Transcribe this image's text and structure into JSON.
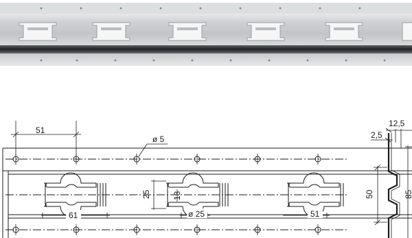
{
  "dimensions": {
    "hole_pitch": "51",
    "hole_diameter": "ø 5",
    "slot_height": "25",
    "slot_neck": "13",
    "slot_width": "61",
    "slot_circle_diameter": "ø 25",
    "slot_pitch": "51",
    "profile_width": "50",
    "profile_total": "85",
    "profile_flange": "2,5",
    "profile_depth": "12,5"
  },
  "colors": {
    "photo_rail": "#c9ccce",
    "photo_slot": "#f4f5f5",
    "photo_shadow": "#2e3234",
    "line": "#1a1a1a"
  }
}
